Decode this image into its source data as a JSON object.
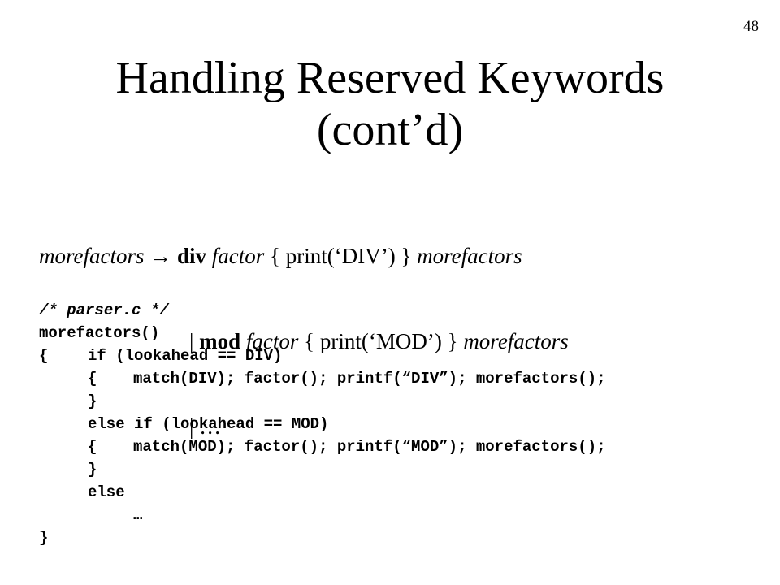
{
  "slide": {
    "number": "48",
    "title_line1": "Handling Reserved Keywords",
    "title_line2": "(cont’d)"
  },
  "grammar": {
    "line1": {
      "lhs": "morefactors",
      "arrow": "→",
      "keyword": "div",
      "nonterminal": "factor",
      "action": "{ print(‘DIV’) }",
      "tail": "morefactors"
    },
    "line2": {
      "bar": "|",
      "keyword": "mod",
      "nonterminal": "factor",
      "action": "{ print(‘MOD’) }",
      "tail": "morefactors"
    },
    "line3": {
      "bar": "|",
      "ellipsis": "…"
    }
  },
  "code": {
    "comment": "/* parser.c */",
    "func": "morefactors()",
    "open_brace": "{",
    "if_line": "if (lookahead == DIV)",
    "div_open": "{",
    "div_body": "match(DIV); factor(); printf(“DIV”); morefactors();",
    "div_close": "}",
    "elseif_line": "else if (lookahead == MOD)",
    "mod_open": "{",
    "mod_body": "match(MOD); factor(); printf(“MOD”); morefactors();",
    "mod_close": "}",
    "else_line": "else",
    "ellipsis": "…",
    "close_brace": "}"
  }
}
